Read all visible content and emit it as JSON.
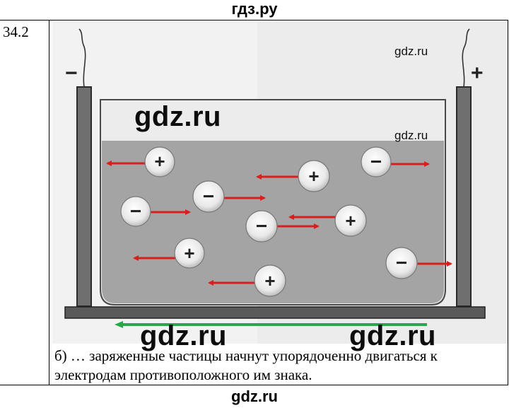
{
  "header": {
    "site": "гдз.ру"
  },
  "footer": {
    "site": "gdz.ru"
  },
  "task": {
    "number": "34.2"
  },
  "figure": {
    "electrode_left_sign": "−",
    "electrode_right_sign": "+",
    "ion_plus": "+",
    "ion_minus": "−",
    "colors": {
      "arrow": "#d91e1e",
      "current_arrow": "#27a84a",
      "liquid": "#a4a4a4",
      "electrode": "#6f6f6f"
    }
  },
  "watermarks": {
    "w1": "gdz.ru",
    "w2": "gdz.ru",
    "w3": "gdz.ru",
    "w4": "gdz.ru",
    "w5": "gdz.ru"
  },
  "answer": {
    "text": "б) … заряженные частицы начнут упорядоченно двигаться к электродам противоположного им знака."
  }
}
